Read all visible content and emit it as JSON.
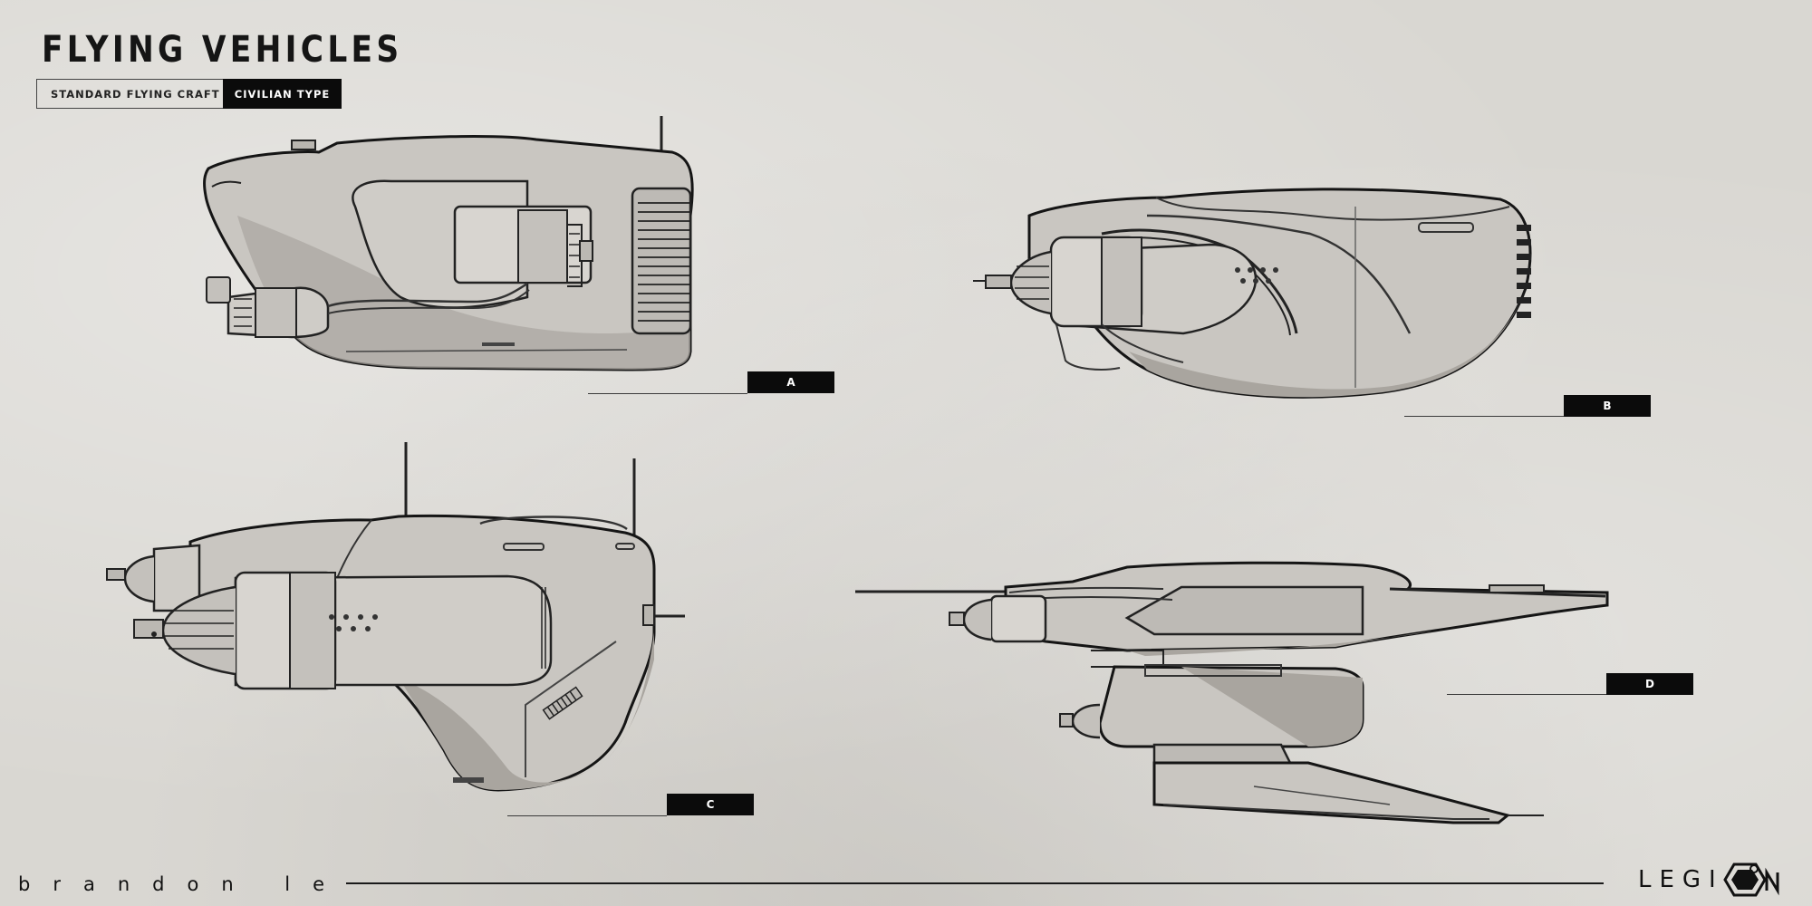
{
  "header": {
    "title": "FLYING VEHICLES",
    "tag_standard": "STANDARD FLYING CRAFT",
    "tag_type": "CIVILIAN TYPE"
  },
  "labels": {
    "a": "A",
    "b": "B",
    "c": "C",
    "d": "D"
  },
  "footer": {
    "author": "brandon le",
    "brand": "LEGI"
  },
  "colors": {
    "background": "#d9d7d2",
    "hull": "#c9c6c1",
    "shade": "#a7a39d",
    "ink": "#151515",
    "label_bg": "#0b0b0b"
  },
  "icons": [
    "legion-hexagon-logo-icon"
  ]
}
